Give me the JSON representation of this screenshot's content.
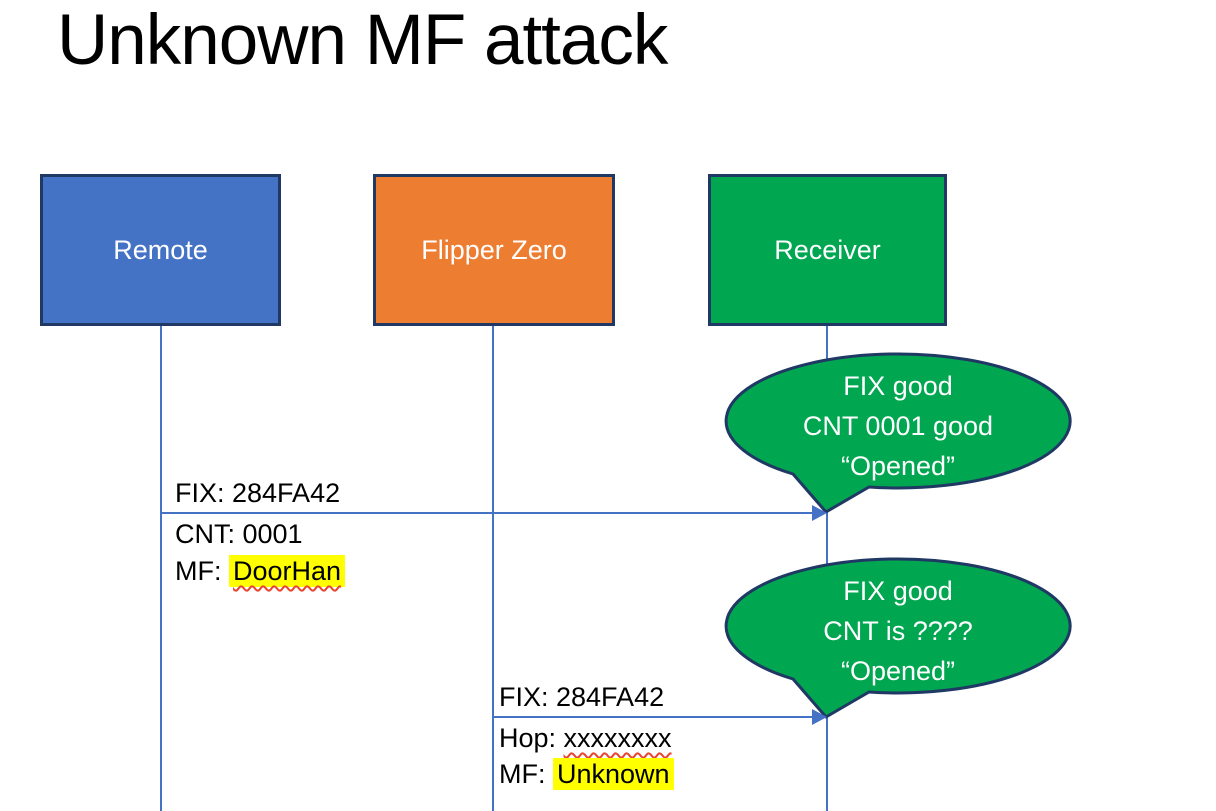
{
  "page": {
    "title": "Unknown MF attack"
  },
  "actors": {
    "remote": {
      "label": "Remote",
      "fill": "#4472C4"
    },
    "flipper": {
      "label": "Flipper Zero",
      "fill": "#ED7D31"
    },
    "receiver": {
      "label": "Receiver",
      "fill": "#00A650"
    }
  },
  "messages": {
    "remote_to_receiver": {
      "fix": "FIX: 284FA42",
      "cnt": "CNT: 0001",
      "mf_prefix": "MF: ",
      "mf_value": "DoorHan"
    },
    "flipper_to_receiver": {
      "fix": "FIX: 284FA42",
      "hop_prefix": "Hop: ",
      "hop_value": "xxxxxxxx",
      "mf_prefix": "MF: ",
      "mf_value": "Unknown"
    }
  },
  "callouts": {
    "first": {
      "line1": "FIX good",
      "line2": "CNT 0001 good",
      "line3": "“Opened”"
    },
    "second": {
      "line1": "FIX good",
      "line2": "CNT is ????",
      "line3": "“Opened”"
    }
  },
  "colors": {
    "actor_border": "#1F3864",
    "line_blue": "#4472C4",
    "callout_fill": "#00A650",
    "callout_border": "#1F3864",
    "highlight": "#FFFF00",
    "squiggle": "#E8442E"
  }
}
